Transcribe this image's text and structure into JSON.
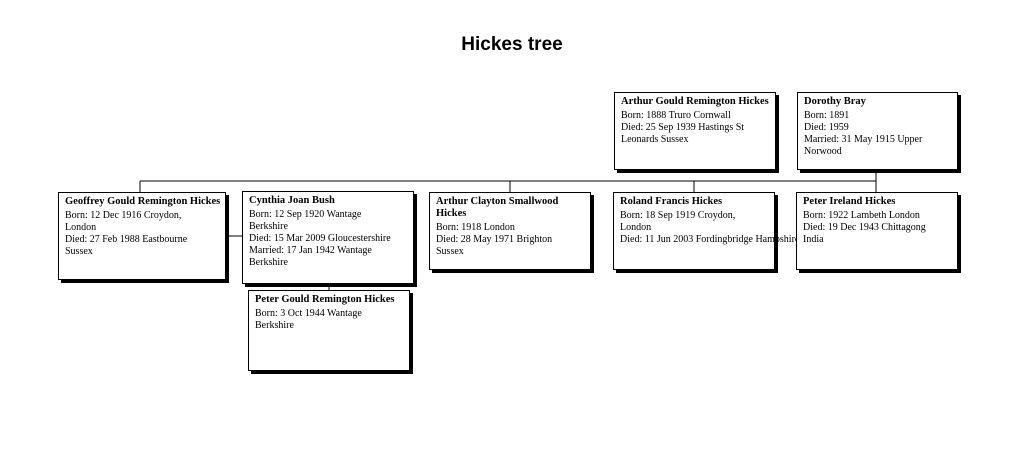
{
  "title": "Hickes tree",
  "people": {
    "arthur_gould": {
      "name": "Arthur Gould Remington Hickes",
      "born": "Born: 1888 Truro Cornwall",
      "died": "Died: 25 Sep 1939 Hastings St\nLeonards Sussex"
    },
    "dorothy": {
      "name": "Dorothy Bray",
      "born": "Born: 1891",
      "died": "Died: 1959",
      "married": "Married: 31 May 1915 Upper\nNorwood"
    },
    "geoffrey": {
      "name": "Geoffrey Gould Remington Hickes",
      "born": "Born: 12 Dec 1916 Croydon,\nLondon",
      "died": "Died: 27 Feb 1988 Eastbourne\nSussex"
    },
    "cynthia": {
      "name": "Cynthia Joan Bush",
      "born": "Born: 12 Sep 1920 Wantage\nBerkshire",
      "died": "Died: 15 Mar 2009 Gloucestershire",
      "married": "Married: 17 Jan 1942 Wantage\nBerkshire"
    },
    "arthur_clayton": {
      "name": "Arthur Clayton Smallwood\nHickes",
      "born": "Born: 1918 London",
      "died": "Died: 28 May 1971 Brighton\nSussex"
    },
    "roland": {
      "name": "Roland Francis Hickes",
      "born": "Born: 18 Sep 1919 Croydon,\nLondon",
      "died": "Died: 11 Jun 2003 Fordingbridge\nHampshire"
    },
    "peter_ireland": {
      "name": "Peter Ireland Hickes",
      "born": "Born: 1922 Lambeth London",
      "died": "Died: 19 Dec 1943 Chittagong\nIndia"
    },
    "peter_gould": {
      "name": "Peter Gould Remington Hickes",
      "born": "Born: 3 Oct 1944 Wantage\nBerkshire"
    }
  }
}
